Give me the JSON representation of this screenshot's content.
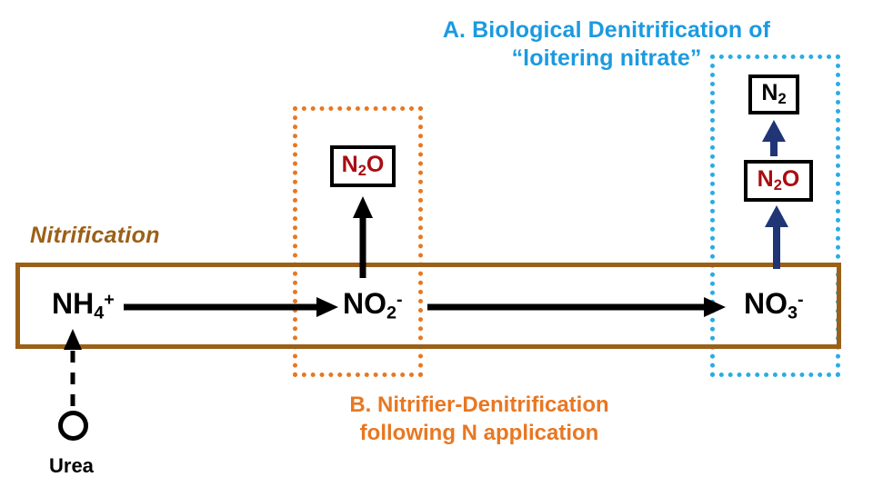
{
  "diagram": {
    "title_blue": {
      "line1": "A. Biological Denitrification of",
      "line2": "“loitering nitrate”"
    },
    "title_orange": {
      "line1": "B. Nitrifier-Denitrification",
      "line2": "following N application"
    },
    "pathway_label": "Nitrification",
    "band_species": [
      {
        "id": "ammonium",
        "name": "NH4+",
        "base": "NH",
        "sub": "4",
        "sup": "+"
      },
      {
        "id": "nitrite",
        "name": "NO2-",
        "base": "NO",
        "sub": "2",
        "sup": "-"
      },
      {
        "id": "nitrate",
        "name": "NO3-",
        "base": "NO",
        "sub": "3",
        "sup": "-"
      }
    ],
    "gas_boxes": [
      {
        "id": "n2o-left",
        "base": "N",
        "sub": "2",
        "tail": "O",
        "color": "#aa0c11"
      },
      {
        "id": "n2o-right",
        "base": "N",
        "sub": "2",
        "tail": "O",
        "color": "#aa0c11"
      },
      {
        "id": "n2",
        "base": "N",
        "sub": "2",
        "tail": "",
        "color": "#000000"
      }
    ],
    "substrate": {
      "label": "Urea",
      "icon": "circle-outline"
    },
    "colors": {
      "blue_heading": "#1b9ae0",
      "blue_dotted_border": "#29ace3",
      "orange_heading": "#e87722",
      "orange_dotted_border": "#e87722",
      "brown_band": "#9b6018",
      "nitrification_text": "#9b6018",
      "n2o_text": "#aa0c11",
      "navy_arrow": "#1f3576",
      "black_arrow": "#000000",
      "background": "#ffffff"
    }
  }
}
